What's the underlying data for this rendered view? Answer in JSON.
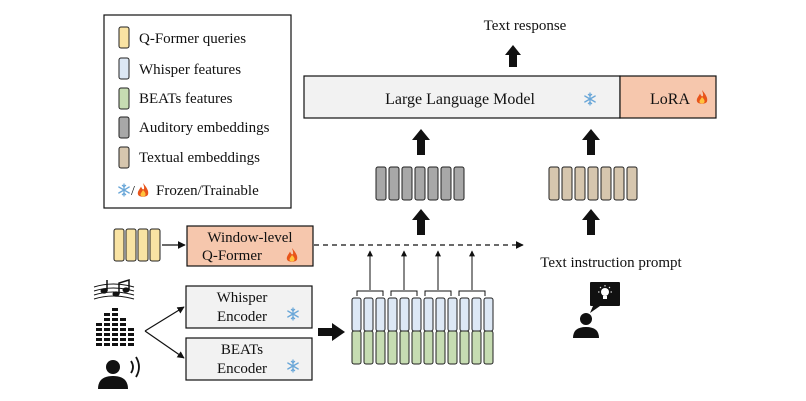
{
  "legend": {
    "items": [
      {
        "label": "Q-Former queries",
        "color": "#f9e3a3"
      },
      {
        "label": "Whisper features",
        "color": "#dde8f5"
      },
      {
        "label": "BEATs features",
        "color": "#c6dcb2"
      },
      {
        "label": "Auditory embeddings",
        "color": "#a8a8a8"
      },
      {
        "label": "Textual embeddings",
        "color": "#d6c6ae"
      }
    ],
    "frozen_trainable": "Frozen/Trainable"
  },
  "llm": {
    "label": "Large Language Model",
    "color": "#f2f2f2"
  },
  "lora": {
    "label": "LoRA",
    "color": "#f6c7ad"
  },
  "qformer": {
    "line1": "Window-level",
    "line2": "Q-Former",
    "color": "#f6c7ad"
  },
  "whisper_encoder": {
    "line1": "Whisper",
    "line2": "Encoder"
  },
  "beats_encoder": {
    "line1": "BEATs",
    "line2": "Encoder"
  },
  "text_response": "Text response",
  "text_instruction": "Text instruction prompt",
  "icons": {
    "snowflake": "snowflake-icon",
    "fire": "fire-icon",
    "music": "music-notes-icon",
    "equalizer": "equalizer-icon",
    "speaker": "speaking-person-icon",
    "thinker": "person-idea-icon"
  },
  "colors": {
    "q_former_queries": "#f9e3a3",
    "whisper_features": "#dde8f5",
    "beats_features": "#c6dcb2",
    "auditory": "#a8a8a8",
    "textual": "#d6c6ae",
    "trainable": "#f6c7ad",
    "frozen": "#f2f2f2",
    "snowflake": "#6aa7d8",
    "fire": "#e8541a"
  }
}
